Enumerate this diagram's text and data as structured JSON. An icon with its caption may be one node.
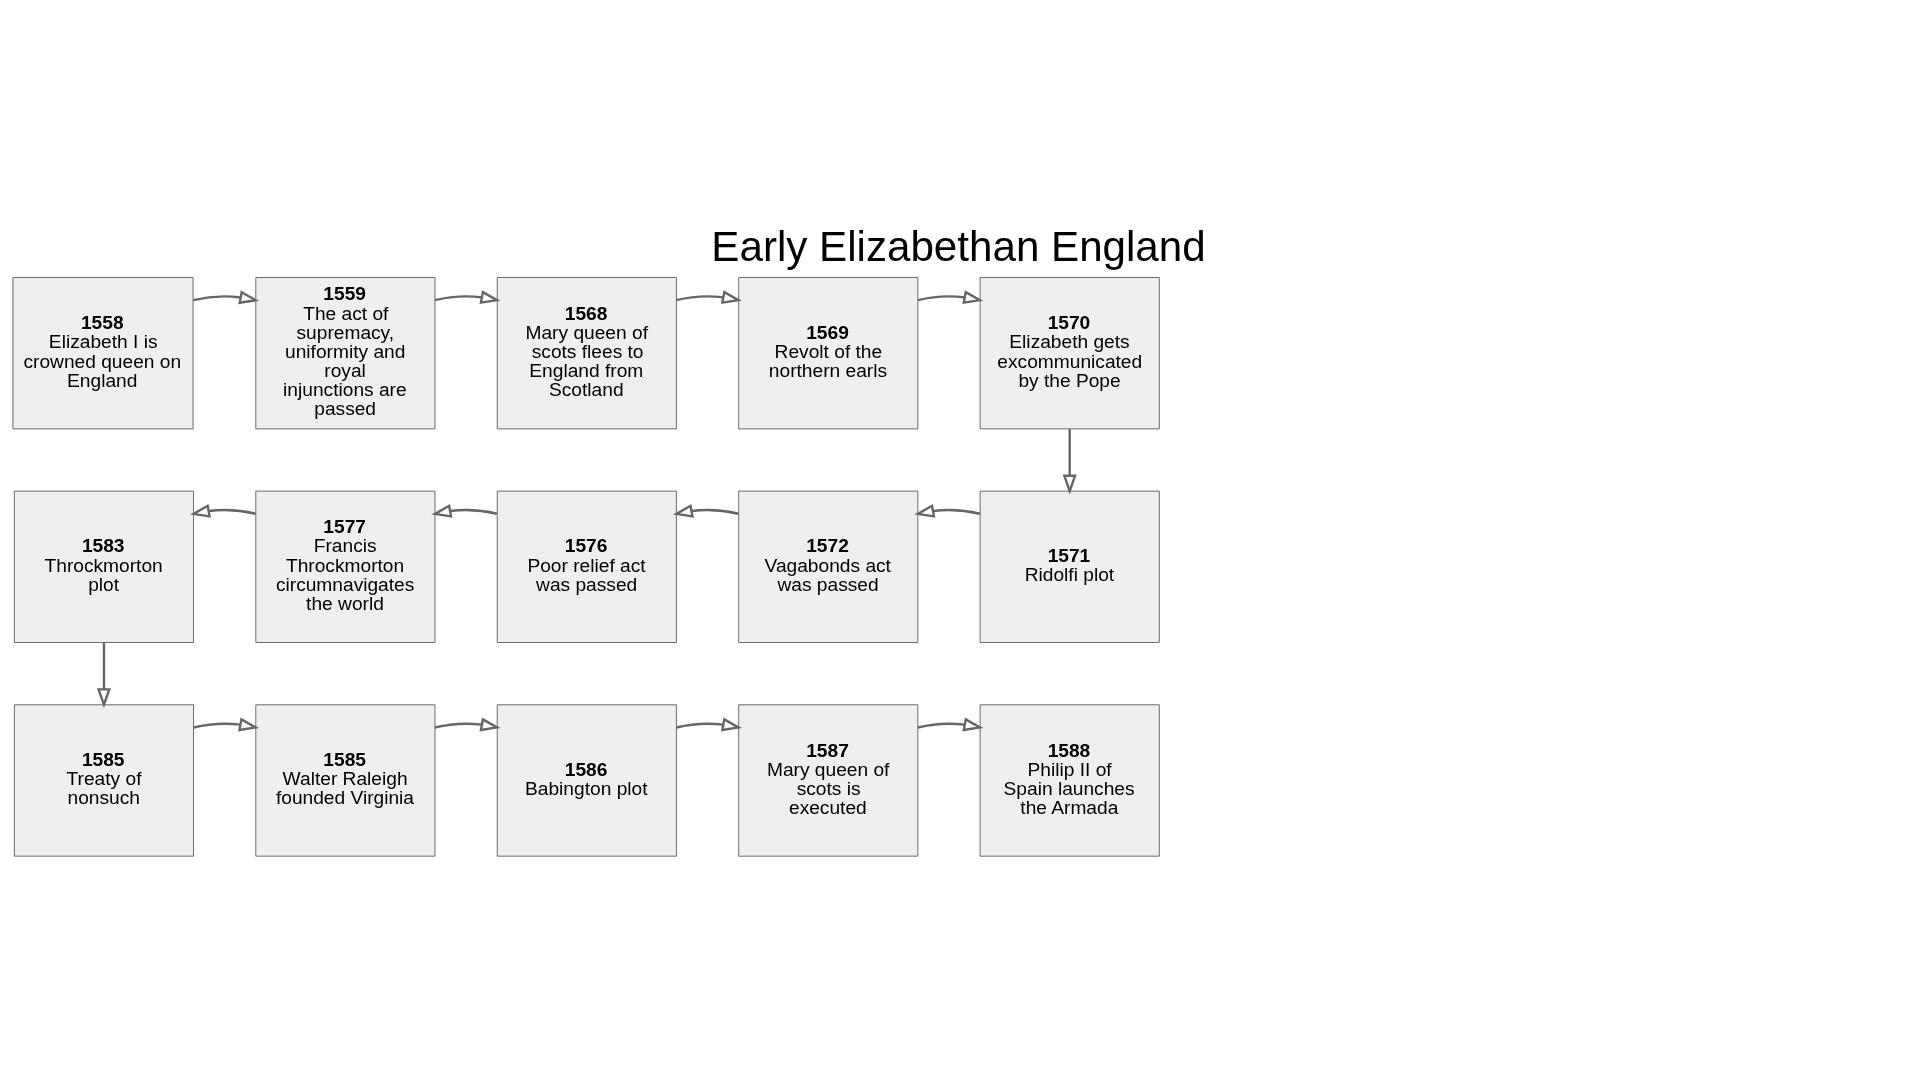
{
  "diagram": {
    "title": "Early Elizabethan England",
    "nodes": [
      {
        "text": [
          "1558",
          "Elizabeth I is crowned queen on England"
        ]
      },
      {
        "text": [
          "1559",
          "The act of supremacy, uniformity and royal injunctions are passed"
        ]
      },
      {
        "text": [
          "1568",
          "Mary queen of scots flees to England from Scotland"
        ]
      },
      {
        "text": [
          "1569",
          "Revolt of the northern earls"
        ]
      },
      {
        "text": [
          "1570",
          "Elizabeth gets excommunicated by the Pope"
        ]
      },
      {
        "text": [
          "1571",
          "Ridolfi plot"
        ]
      },
      {
        "text": [
          "1572",
          "Vagabonds act was passed"
        ]
      },
      {
        "text": [
          "1576",
          "Poor relief act was passed"
        ]
      },
      {
        "text": [
          "1577",
          "Francis Throckmorton circumnavigates the world"
        ]
      },
      {
        "text": [
          "1583",
          "Throckmorton plot"
        ]
      },
      {
        "text": [
          "1585",
          "Treaty of nonsuch"
        ]
      },
      {
        "text": [
          "1585",
          "Walter Raleigh founded Virginia"
        ]
      },
      {
        "text": [
          "1586",
          "Babington plot"
        ]
      },
      {
        "text": [
          "1587",
          "Mary queen of scots is executed"
        ]
      },
      {
        "text": [
          "1588",
          "Philip II of Spain launches the Armada"
        ]
      }
    ],
    "edges": [
      {
        "from": 0,
        "to": 1,
        "arrow": "to"
      },
      {
        "from": 1,
        "to": 2,
        "arrow": "to"
      },
      {
        "from": 2,
        "to": 3,
        "arrow": "to"
      },
      {
        "from": 3,
        "to": 4,
        "arrow": "to"
      },
      {
        "from": 4,
        "to": 5,
        "arrow": "to"
      },
      {
        "from": 5,
        "to": 6,
        "arrow": "to"
      },
      {
        "from": 6,
        "to": 7,
        "arrow": "to"
      },
      {
        "from": 7,
        "to": 8,
        "arrow": "to"
      },
      {
        "from": 8,
        "to": 9,
        "arrow": "to"
      },
      {
        "from": 9,
        "to": 10,
        "arrow": "to"
      },
      {
        "from": 10,
        "to": 11,
        "arrow": "to"
      },
      {
        "from": 11,
        "to": 12,
        "arrow": "to"
      },
      {
        "from": 12,
        "to": 13,
        "arrow": "to"
      },
      {
        "from": 13,
        "to": 14,
        "arrow": "to"
      }
    ]
  }
}
